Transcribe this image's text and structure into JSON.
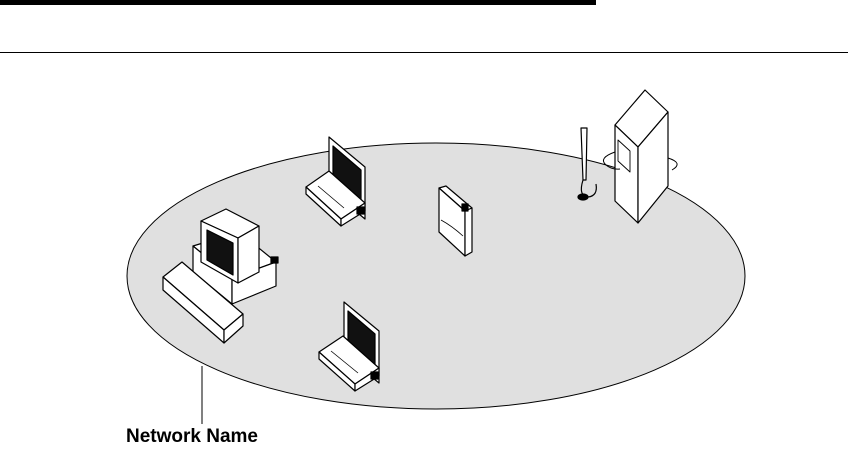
{
  "network": {
    "label": "Network Name",
    "area_fill": "#e0e0e0"
  },
  "devices": [
    {
      "type": "desktop-computer",
      "icon": "desktop-computer-icon"
    },
    {
      "type": "laptop",
      "icon": "laptop-icon"
    },
    {
      "type": "laptop",
      "icon": "laptop-icon"
    },
    {
      "type": "access-point",
      "icon": "access-point-icon"
    },
    {
      "type": "server-tower",
      "icon": "server-tower-icon"
    }
  ]
}
